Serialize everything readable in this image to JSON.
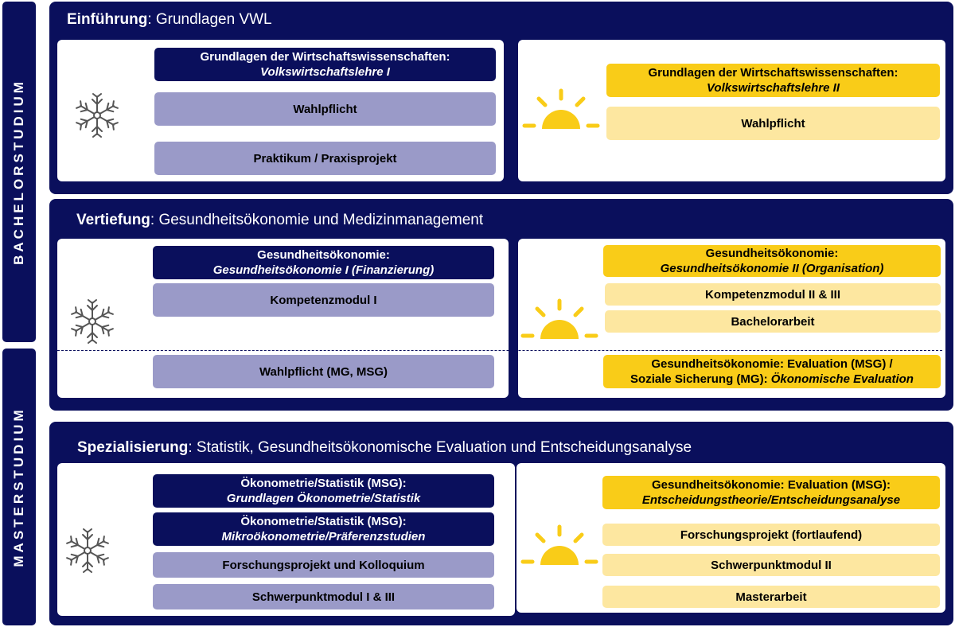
{
  "side_labels": {
    "bachelor": "BACHELORSTUDIUM",
    "master": "MASTERSTUDIUM"
  },
  "sections": [
    {
      "title_bold": "Einführung",
      "title_rest": ": Grundlagen VWL",
      "winter": {
        "icon": "snowflake-icon",
        "modules": [
          {
            "line1": "Grundlagen der Wirtschaftswissenschaften:",
            "line2": "Volkswirtschaftslehre I"
          },
          {
            "line1": "Wahlpflicht"
          },
          {
            "line1": "Praktikum / Praxisprojekt"
          }
        ]
      },
      "summer": {
        "icon": "sun-icon",
        "modules": [
          {
            "line1": "Grundlagen der Wirtschaftswissenschaften:",
            "line2": "Volkswirtschaftslehre II"
          },
          {
            "line1": "Wahlpflicht"
          }
        ]
      }
    },
    {
      "title_bold": "Vertiefung",
      "title_rest": ": Gesundheitsökonomie und Medizinmanagement",
      "winter": {
        "icon": "snowflake-icon",
        "modules": [
          {
            "line1": "Gesundheitsökonomie:",
            "line2": "Gesundheitsökonomie I (Finanzierung)"
          },
          {
            "line1": "Kompetenzmodul I"
          },
          {
            "line1": "Wahlpflicht (MG, MSG)"
          }
        ]
      },
      "summer": {
        "icon": "sun-icon",
        "modules": [
          {
            "line1": "Gesundheitsökonomie:",
            "line2": "Gesundheitsökonomie II (Organisation)"
          },
          {
            "line1": "Kompetenzmodul II & III"
          },
          {
            "line1": "Bachelorarbeit"
          },
          {
            "line1": "Gesundheitsökonomie: Evaluation (MSG) /",
            "line2a": "Soziale Sicherung (MG): ",
            "line2b": "Ökonomische Evaluation"
          }
        ]
      }
    },
    {
      "title_bold": "Spezialisierung",
      "title_rest": ": Statistik, Gesundheitsökonomische Evaluation und Entscheidungsanalyse",
      "winter": {
        "icon": "snowflake-icon",
        "modules": [
          {
            "line1": "Ökonometrie/Statistik (MSG):",
            "line2": "Grundlagen Ökonometrie/Statistik"
          },
          {
            "line1": "Ökonometrie/Statistik (MSG):",
            "line2": "Mikroökonometrie/Präferenzstudien"
          },
          {
            "line1": "Forschungsprojekt und Kolloquium"
          },
          {
            "line1": "Schwerpunktmodul I & III"
          }
        ]
      },
      "summer": {
        "icon": "sun-icon",
        "modules": [
          {
            "line1": "Gesundheitsökonomie: Evaluation (MSG):",
            "line2": "Entscheidungstheorie/Entscheidungsanalyse"
          },
          {
            "line1": "Forschungsprojekt (fortlaufend)"
          },
          {
            "line1": "Schwerpunktmodul II"
          },
          {
            "line1": "Masterarbeit"
          }
        ]
      }
    }
  ],
  "colors": {
    "navy": "#0a0f5c",
    "lavender": "#9a9ac8",
    "gold": "#f9cc18",
    "light_gold": "#fde7a0"
  }
}
